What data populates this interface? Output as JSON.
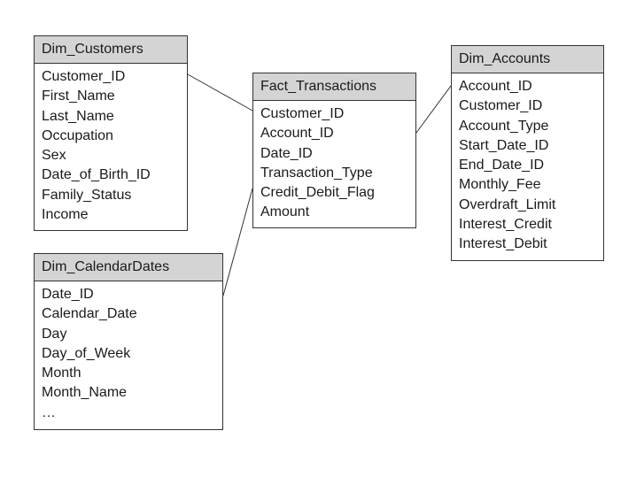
{
  "tables": {
    "dim_customers": {
      "title": "Dim_Customers",
      "fields": [
        "Customer_ID",
        "First_Name",
        "Last_Name",
        "Occupation",
        "Sex",
        "Date_of_Birth_ID",
        "Family_Status",
        "Income"
      ]
    },
    "fact_transactions": {
      "title": "Fact_Transactions",
      "fields": [
        "Customer_ID",
        "Account_ID",
        "Date_ID",
        "Transaction_Type",
        "Credit_Debit_Flag",
        "Amount"
      ]
    },
    "dim_accounts": {
      "title": "Dim_Accounts",
      "fields": [
        "Account_ID",
        "Customer_ID",
        "Account_Type",
        "Start_Date_ID",
        "End_Date_ID",
        "Monthly_Fee",
        "Overdraft_Limit",
        "Interest_Credit",
        "Interest_Debit"
      ]
    },
    "dim_calendardates": {
      "title": "Dim_CalendarDates",
      "fields": [
        "Date_ID",
        "Calendar_Date",
        "Day",
        "Day_of_Week",
        "Month",
        "Month_Name",
        "…"
      ]
    }
  },
  "colors": {
    "header_fill": "#d4d4d4",
    "border": "#333333"
  }
}
